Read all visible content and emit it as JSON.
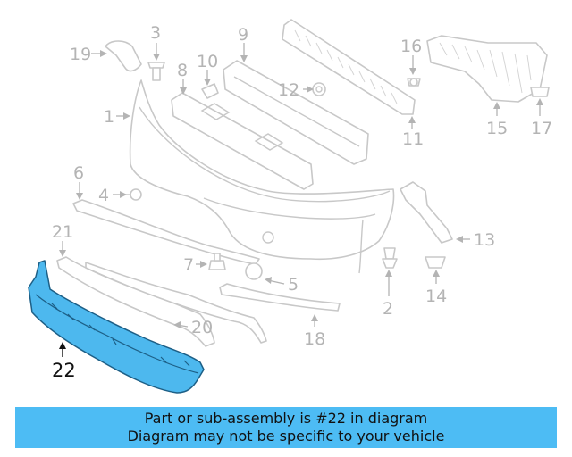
{
  "callouts": [
    "1",
    "2",
    "3",
    "4",
    "5",
    "6",
    "7",
    "8",
    "9",
    "10",
    "11",
    "12",
    "13",
    "14",
    "15",
    "16",
    "17",
    "18",
    "19",
    "20",
    "21",
    "22"
  ],
  "highlighted_part": "22",
  "banner": {
    "line1": "Part or sub-assembly is #22 in diagram",
    "line2": "Diagram may not be specific to your vehicle"
  },
  "colors": {
    "banner_background": "#4dbcf4",
    "highlight_fill": "#4db8ee",
    "outline_gray": "#c8c8c8"
  }
}
